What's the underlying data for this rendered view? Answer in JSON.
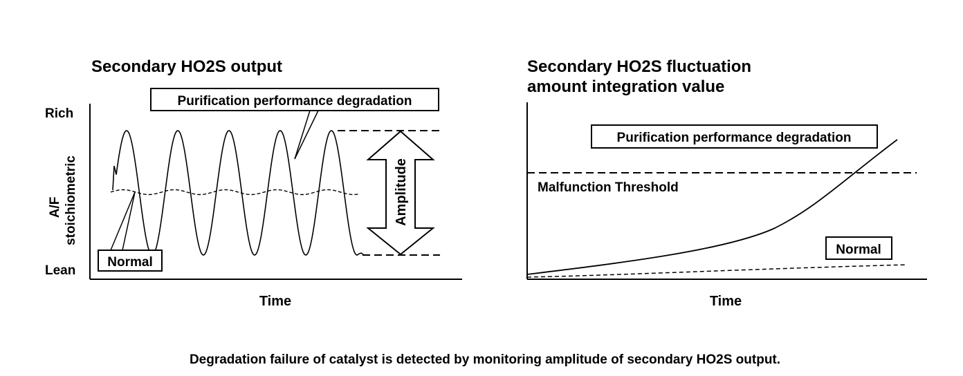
{
  "left_panel": {
    "title": "Secondary HO2S output",
    "y_top_label": "Rich",
    "y_bottom_label": "Lean",
    "y_axis_label_line1": "A/F",
    "y_axis_label_line2": "stoichiometric",
    "x_axis_label": "Time",
    "callout_degradation": "Purification performance degradation",
    "callout_normal": "Normal",
    "amplitude_label": "Amplitude"
  },
  "right_panel": {
    "title_line1": "Secondary HO2S fluctuation",
    "title_line2": "amount integration value",
    "x_axis_label": "Time",
    "callout_degradation": "Purification performance degradation",
    "threshold_label": "Malfunction Threshold",
    "callout_normal": "Normal"
  },
  "caption": "Degradation failure of catalyst is detected by monitoring amplitude of secondary HO2S output.",
  "colors": {
    "line": "#000000",
    "background": "#ffffff"
  }
}
